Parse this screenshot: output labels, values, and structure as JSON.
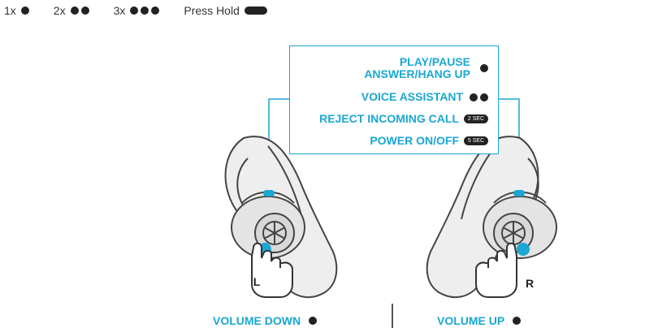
{
  "legend": [
    {
      "label": "1x"
    },
    {
      "label": "2x"
    },
    {
      "label": "3x"
    },
    {
      "label": "Press Hold"
    }
  ],
  "controls": {
    "play_line1_a": "PLAY",
    "play_line1_sep": "/",
    "play_line1_b": "PAUSE",
    "play_line2_a": "ANSWER",
    "play_line2_sep": "/",
    "play_line2_b": "HANG UP",
    "voice": "VOICE ASSISTANT",
    "reject": "REJECT INCOMING CALL",
    "reject_badge": "2 SEC",
    "power_a": "POWER ON",
    "power_sep": "/",
    "power_b": "OFF",
    "power_badge": "5 SEC"
  },
  "left_bud": {
    "label": "L",
    "action": "VOLUME DOWN"
  },
  "right_bud": {
    "label": "R",
    "action": "VOLUME UP"
  },
  "colors": {
    "accent": "#1aa7d2",
    "dark": "#222222",
    "bud": "#e8e8e8"
  }
}
